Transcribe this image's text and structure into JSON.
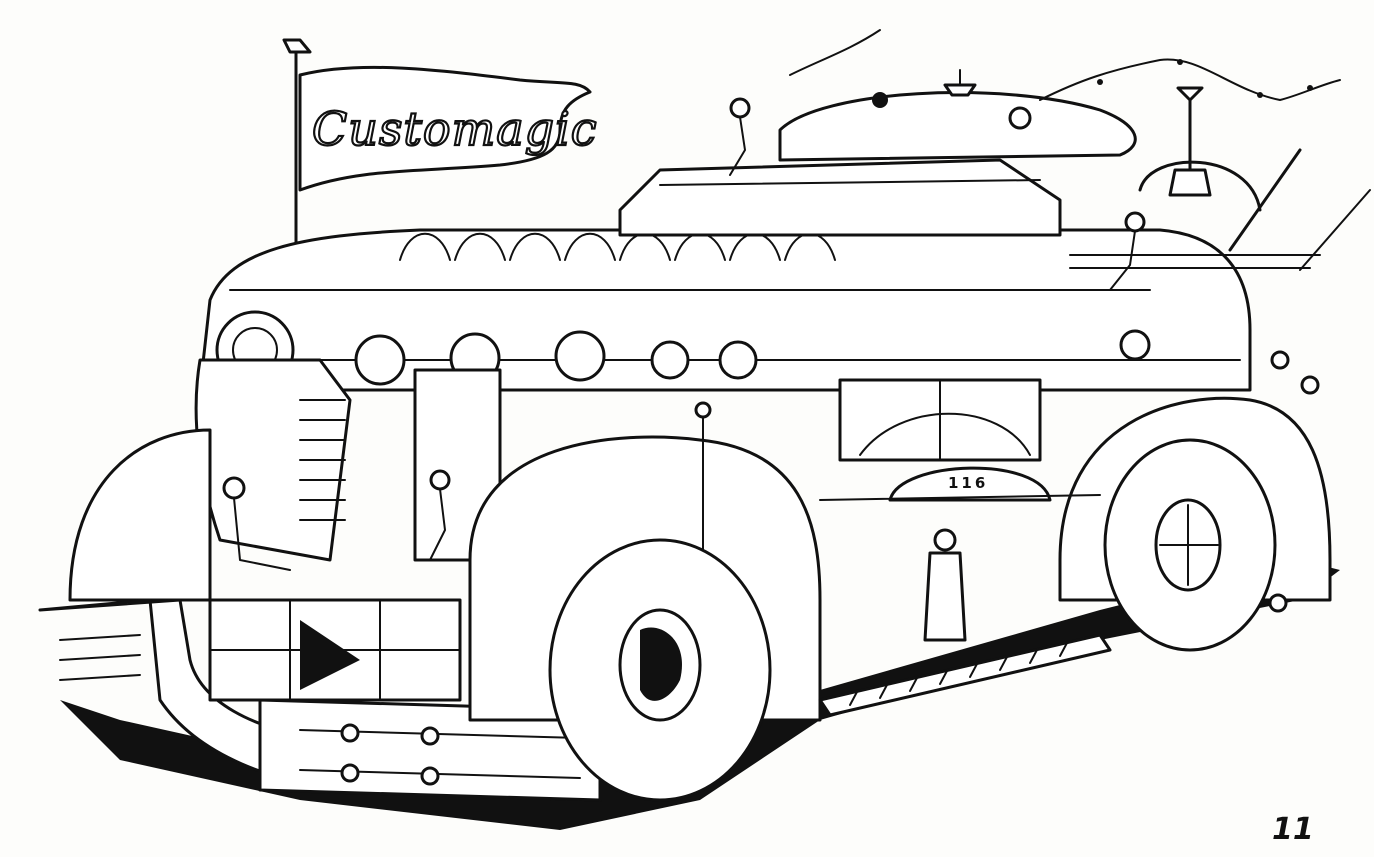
{
  "illustration": {
    "pennant_text": "Customagic",
    "fender_number": "116",
    "page_number": "11"
  },
  "colors": {
    "ink": "#111111",
    "paper": "#fdfdfb"
  }
}
